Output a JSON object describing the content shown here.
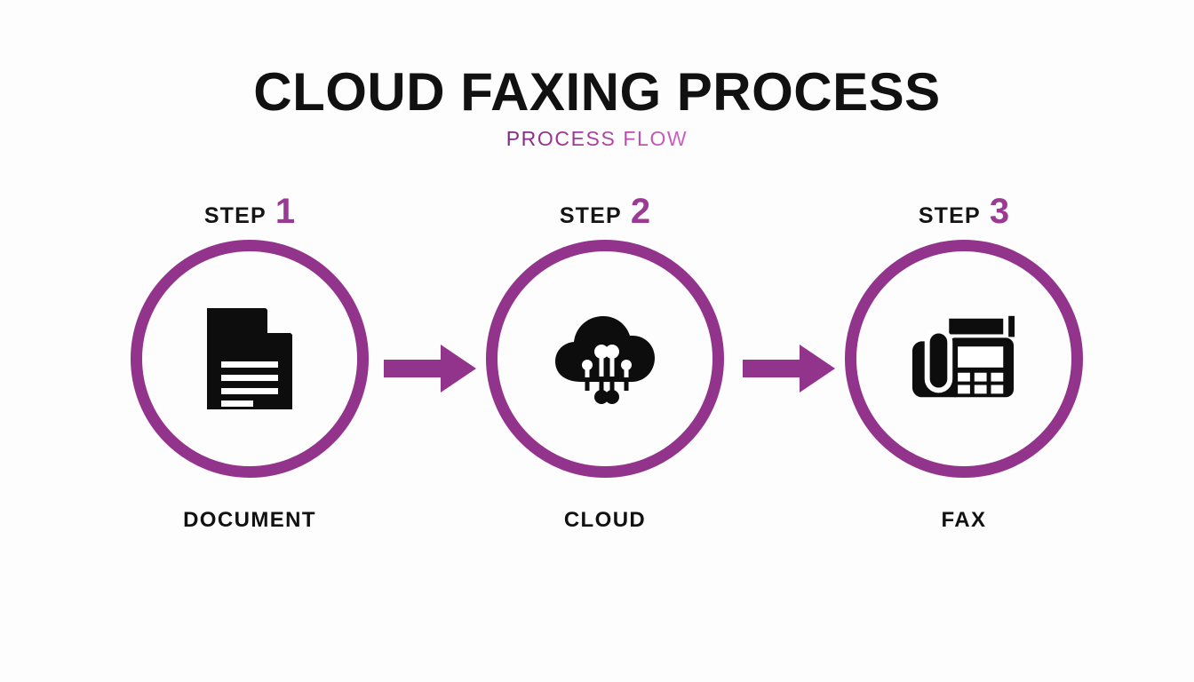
{
  "header": {
    "title": "CLOUD FAXING PROCESS",
    "subtitle": "PROCESS FLOW"
  },
  "colors": {
    "background": "#fdfdfe",
    "title_text": "#111111",
    "accent_purple": "#93348c",
    "step_number": "#9b3a94",
    "arrow": "#93348c",
    "icon_black": "#0d0d0d"
  },
  "flow": {
    "steps": [
      {
        "step_word": "STEP",
        "step_number": "1",
        "caption": "DOCUMENT",
        "icon": "document-icon"
      },
      {
        "step_word": "STEP",
        "step_number": "2",
        "caption": "CLOUD",
        "icon": "cloud-network-icon"
      },
      {
        "step_word": "STEP",
        "step_number": "3",
        "caption": "FAX",
        "icon": "fax-machine-icon"
      }
    ],
    "connectors": [
      {
        "icon": "arrow-right-icon"
      },
      {
        "icon": "arrow-right-icon"
      }
    ]
  }
}
